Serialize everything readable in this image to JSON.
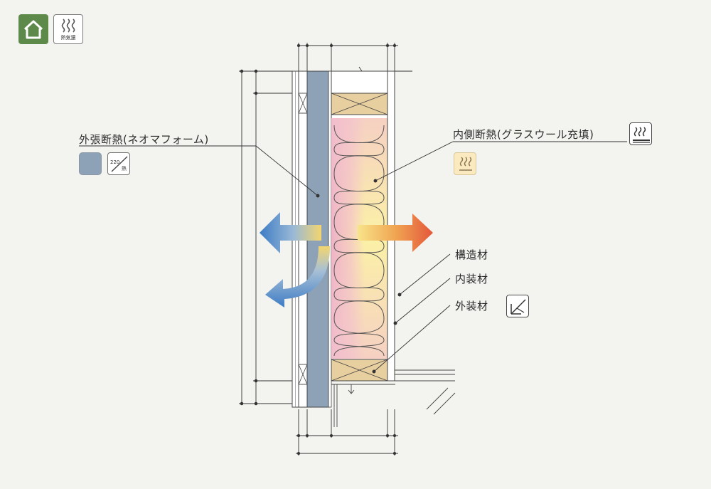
{
  "labels": {
    "exterior_insulation": "外張断熱(ネオマフォーム)",
    "interior_insulation": "内側断熱(グラスウール充填)",
    "structural_member": "構造材",
    "interior_finish": "内装材",
    "exterior_finish": "外装材"
  },
  "badges": {
    "home_icon": "house-icon",
    "heat_icon": "heat-waves-icon",
    "heat_icon_caption": "熱気還",
    "ratio_icon_caption_top": "220",
    "ratio_icon_caption_bottom": "熱",
    "wall_icon": "wall-heat-icon",
    "exterior_icon": "exterior-wall-icon"
  },
  "colors": {
    "neoma_foam": "#8ea2b7",
    "glass_wool_outer": "#eeb3c6",
    "glass_wool_inner": "#fbf1a6",
    "timber": "#e8cf9f",
    "cold_arrow": "#4a86c8",
    "warm_arrow": "#e4573b",
    "home_badge": "#5d8a4a"
  }
}
